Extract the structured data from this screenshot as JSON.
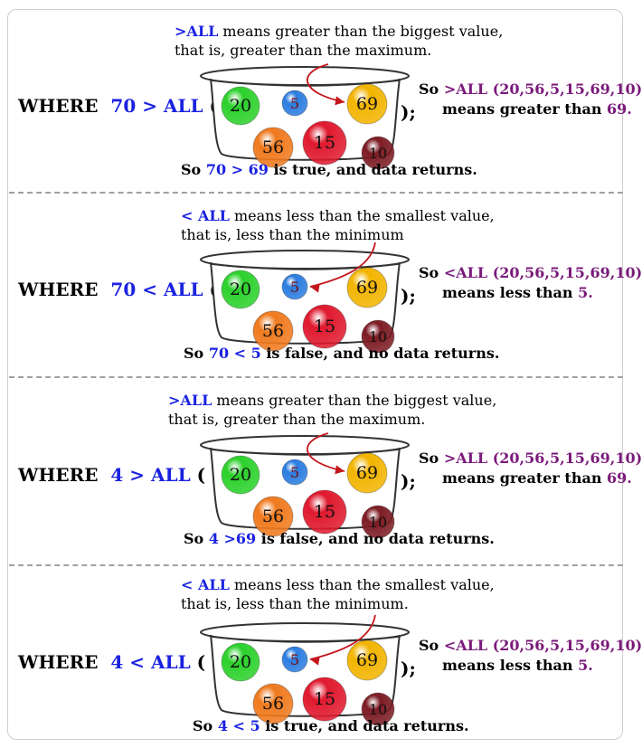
{
  "panels": [
    {
      "where_kw": "WHERE",
      "expr": "70 > ALL",
      "open_paren": "(",
      "semicolon": ");",
      "note_hl": ">ALL",
      "note_line1": " means greater than the biggest value,",
      "note_line2": "that is, greater than the maximum.",
      "side_so": "So",
      "side_expr": ">ALL (20,56,5,15,69,10)",
      "side_line2_prefix": "means greater than",
      "side_line2_value": "69.",
      "concl_prefix": "So",
      "concl_expr": "70 > 69",
      "concl_suffix": "is true, and  data returns.",
      "arrow_target": 69
    },
    {
      "where_kw": "WHERE",
      "expr": "70 < ALL",
      "open_paren": "(",
      "semicolon": ");",
      "note_hl": "< ALL",
      "note_line1": " means less than the smallest value,",
      "note_line2": "that is, less than the minimum",
      "side_so": "So",
      "side_expr": "<ALL (20,56,5,15,69,10)",
      "side_line2_prefix": "means less than",
      "side_line2_value": "5.",
      "concl_prefix": "So",
      "concl_expr": "70 < 5",
      "concl_suffix": "is false, and  no data returns.",
      "arrow_target": 5
    },
    {
      "where_kw": "WHERE",
      "expr": "4  > ALL",
      "open_paren": "(",
      "semicolon": ");",
      "note_hl": ">ALL",
      "note_line1": " means greater than the biggest value,",
      "note_line2": "that is, greater than the maximum.",
      "side_so": "So",
      "side_expr": ">ALL (20,56,5,15,69,10)",
      "side_line2_prefix": "means greater than",
      "side_line2_value": "69.",
      "concl_prefix": "So",
      "concl_expr": "4 >69",
      "concl_suffix": "is false, and  no data returns.",
      "arrow_target": 69
    },
    {
      "where_kw": "WHERE",
      "expr": "4 < ALL",
      "open_paren": "(",
      "semicolon": ");",
      "note_hl": "< ALL",
      "note_line1": " means less than the smallest value,",
      "note_line2": "that is, less than the minimum.",
      "side_so": "So",
      "side_expr": "<ALL (20,56,5,15,69,10)",
      "side_line2_prefix": "means less than",
      "side_line2_value": "5.",
      "concl_prefix": "So",
      "concl_expr": "4 < 5",
      "concl_suffix": "is true, and  data returns.",
      "arrow_target": 5
    }
  ],
  "balls": [
    {
      "label": "20",
      "color": "#2bd12b"
    },
    {
      "label": "5",
      "color": "#2c7de0"
    },
    {
      "label": "69",
      "color": "#f2b400"
    },
    {
      "label": "56",
      "color": "#f07a1e"
    },
    {
      "label": "15",
      "color": "#e0192e"
    },
    {
      "label": "10",
      "color": "#7d1c24"
    }
  ],
  "colors": {
    "accent_blue": "#1a22e0",
    "accent_purple": "#7a1a7a",
    "arrow": "#c4161c"
  }
}
